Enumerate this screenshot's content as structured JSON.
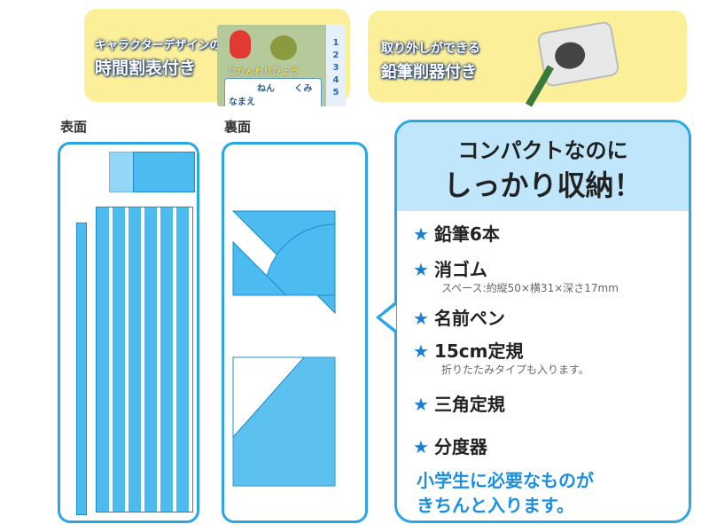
{
  "top_cards": {
    "timetable": {
      "line1": "キャラクターデザインの",
      "line2": "時間割表付き",
      "card_title": "じかんわりひょう",
      "year": "ねん",
      "class": "くみ",
      "name": "なまえ",
      "periods": [
        "1",
        "2",
        "3",
        "4",
        "5"
      ]
    },
    "sharpener": {
      "line1": "取り外しができる",
      "line2": "鉛筆削器付き"
    }
  },
  "labels": {
    "front": "表面",
    "back": "裏面"
  },
  "bubble": {
    "title1": "コンパクトなのに",
    "title2": "しっかり収納！",
    "items": [
      {
        "label": "鉛筆6本"
      },
      {
        "label": "消ゴム",
        "note": "スペース:約縦50×横31×深さ17mm"
      },
      {
        "label": "名前ペン"
      },
      {
        "label": "15cm定規",
        "note": "折りたたみタイプも入ります。"
      },
      {
        "label": "三角定規"
      },
      {
        "label": "分度器"
      }
    ],
    "star": "★",
    "footer1": "小学生に必要なものが",
    "footer2": "きちんと入ります。"
  },
  "colors": {
    "accent": "#29a6e6",
    "fill": "#4cbbef",
    "yellow": "#fbef9a",
    "star": "#1a7fd4"
  }
}
